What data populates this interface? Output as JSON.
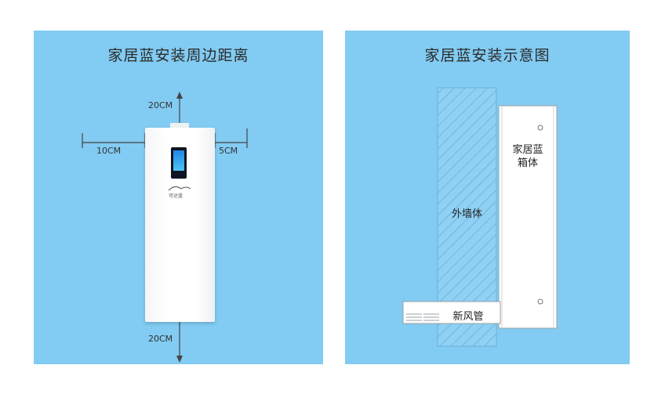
{
  "left_panel": {
    "title": "家居蓝安装周边距离",
    "dim_top": "20CM",
    "dim_left": "10CM",
    "dim_right": "5CM",
    "dim_bottom": "20CM",
    "device_logo": "可达蓝"
  },
  "right_panel": {
    "title": "家居蓝安装示意图",
    "wall_label": "外墙体",
    "box_label_line1": "家居蓝",
    "box_label_line2": "箱体",
    "duct_label": "新风管"
  },
  "colors": {
    "panel_bg": "#82cbf2",
    "wall_hatch": "#6fb7de",
    "dim_line": "#444444"
  }
}
